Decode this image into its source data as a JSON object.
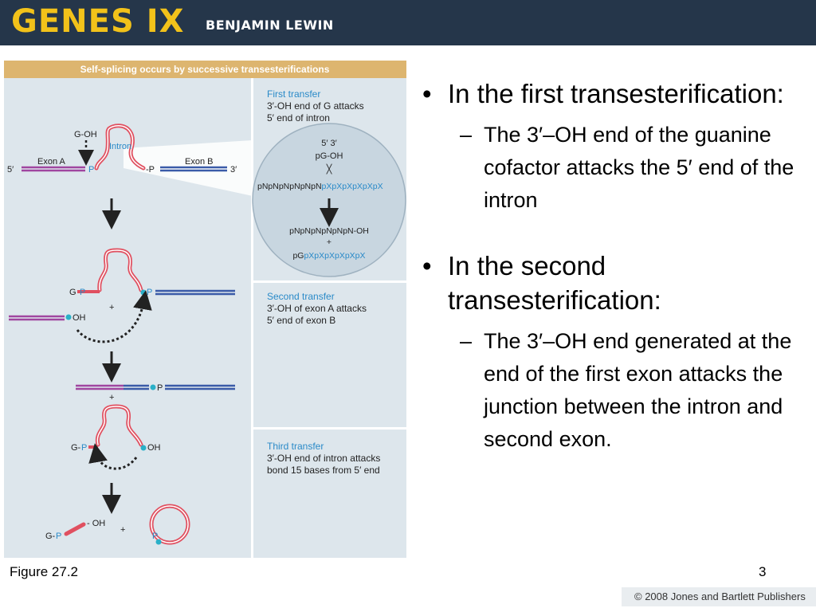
{
  "header": {
    "brand_title": "GENES IX",
    "brand_author": "BENJAMIN LEWIN",
    "colors": {
      "bar": "#25364a",
      "title": "#f2c21a",
      "author": "#ffffff"
    }
  },
  "figure": {
    "banner": "Self-splicing occurs by successive transesterifications",
    "left_labels": {
      "goh": "G-OH",
      "intron": "Intron",
      "exon_a": "Exon A",
      "exon_b": "Exon B",
      "five_prime": "5′",
      "three_prime": "3′",
      "p": "P",
      "dash_p": "-P",
      "g": "G",
      "oh": "OH",
      "plus": "+",
      "g_dash": "G-",
      "dash_oh": "- OH"
    },
    "first_transfer": {
      "title": "First transfer",
      "line1": "3′-OH end of G attacks",
      "line2": "5′ end of intron",
      "circle": {
        "primes": "5′   3′",
        "pgoh": "pG-OH",
        "cross": "╳",
        "seq_black": "pNpNpNpNpNpN",
        "seq_blue": "pXpXpXpXpXpX",
        "result1": "pNpNpNpNpNpN-OH",
        "plus": "+",
        "result2_black": "pG",
        "result2_blue": "pXpXpXpXpXpX"
      }
    },
    "second_transfer": {
      "title": "Second transfer",
      "line1": "3′-OH of exon A attacks",
      "line2": "5′ end of exon B"
    },
    "third_transfer": {
      "title": "Third transfer",
      "line1": "3′-OH end of intron attacks",
      "line2": "bond 15 bases from 5′ end"
    },
    "colors": {
      "banner": "#ddb56f",
      "panel_bg": "#dde6ec",
      "divider": "#ffffff",
      "exon_a": "#a046a0",
      "exon_b": "#3a5ba8",
      "intron": "#e05060",
      "blue_label": "#2a8ac8",
      "dot": "#2ab0c8",
      "circle_fill": "#c8d6e0"
    }
  },
  "bullets": [
    {
      "text": "In the first transesterification:",
      "sub": "The 3′–OH end of the guanine cofactor attacks the 5′ end of the intron"
    },
    {
      "text": "In the second transesterification:",
      "sub": "The 3′–OH end generated at the end of the first exon attacks the junction between the intron and second exon."
    }
  ],
  "bullet_glyph": "•",
  "sub_glyph": "–",
  "footer": {
    "figure_caption": "Figure 27.2",
    "page_number": "3",
    "copyright": "© 2008 Jones and Bartlett Publishers"
  }
}
